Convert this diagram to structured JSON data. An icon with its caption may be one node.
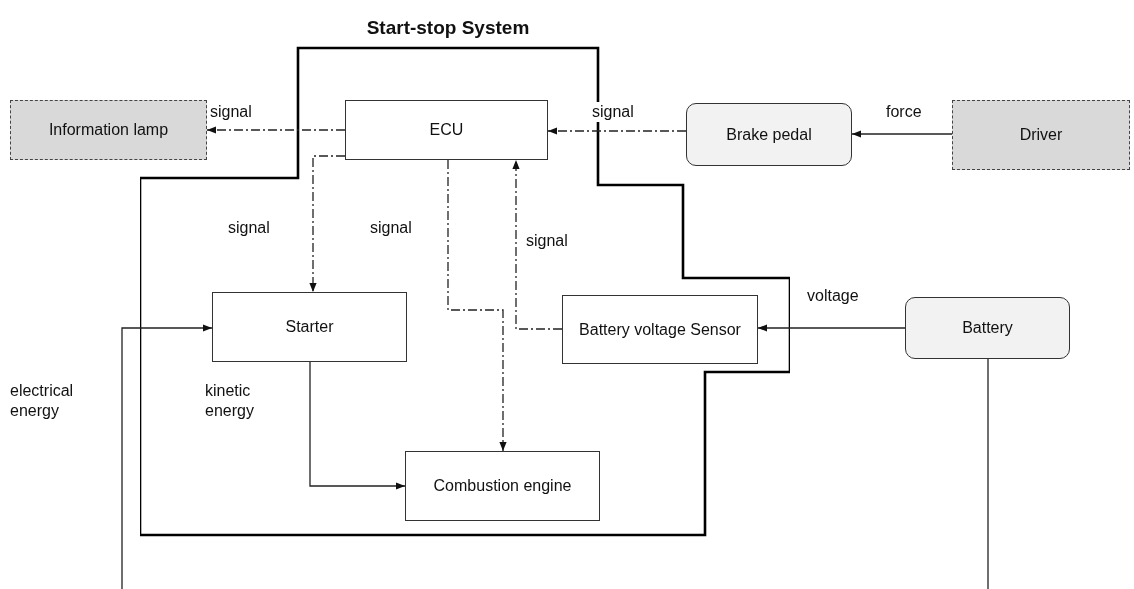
{
  "diagram": {
    "nodes": [
      {
        "text": [
          "Start-stop System"
        ]
      },
      {
        "text": [
          "Information lamp"
        ]
      },
      {
        "text": [
          "ECU"
        ],
        "in": 0
      },
      {
        "text": [
          "Brake pedal"
        ]
      },
      {
        "text": [
          "Driver"
        ]
      },
      {
        "text": [
          "Starter"
        ],
        "in": 0
      },
      {
        "text": [
          "Battery voltage Sensor"
        ],
        "in": 0
      },
      {
        "text": [
          "Battery"
        ]
      },
      {
        "text": [
          "Combustion engine"
        ],
        "in": 0
      }
    ],
    "edges": [
      {
        "from": 2,
        "to": 1,
        "arrow": "to",
        "label": "signal",
        "style": "dashed"
      },
      {
        "from": 3,
        "to": 2,
        "arrow": "to",
        "label": "signal",
        "style": "dashed"
      },
      {
        "from": 4,
        "to": 3,
        "arrow": "to",
        "label": "force"
      },
      {
        "from": 2,
        "to": 5,
        "arrow": "to",
        "label": "signal",
        "style": "dashed"
      },
      {
        "from": 2,
        "to": 8,
        "arrow": "to",
        "label": "signal",
        "style": "dashed"
      },
      {
        "from": 6,
        "to": 2,
        "arrow": "to",
        "label": "signal",
        "style": "dashed"
      },
      {
        "from": 7,
        "to": 6,
        "arrow": "to",
        "label": "voltage"
      },
      {
        "from": 5,
        "to": 8,
        "arrow": "to",
        "label": "kinetic energy"
      },
      {
        "from": null,
        "to": 5,
        "arrow": "to",
        "label": "electrical energy"
      },
      {
        "from": 7,
        "to": null,
        "arrow": "none"
      }
    ]
  }
}
